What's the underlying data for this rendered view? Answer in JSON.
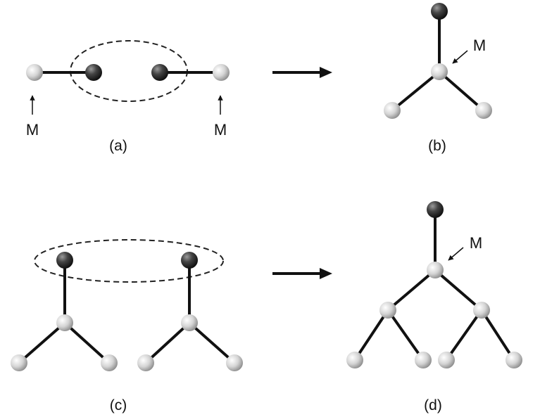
{
  "panels": {
    "a": {
      "caption": "(a)",
      "marker_left": "M",
      "marker_right": "M"
    },
    "b": {
      "caption": "(b)",
      "marker": "M"
    },
    "c": {
      "caption": "(c)"
    },
    "d": {
      "caption": "(d)",
      "marker": "M"
    }
  },
  "colors": {
    "bond": "#111111",
    "light_atom": "#d9d9d9",
    "dark_atom": "#3a3a3a",
    "dashed_ellipse": "#222222"
  }
}
